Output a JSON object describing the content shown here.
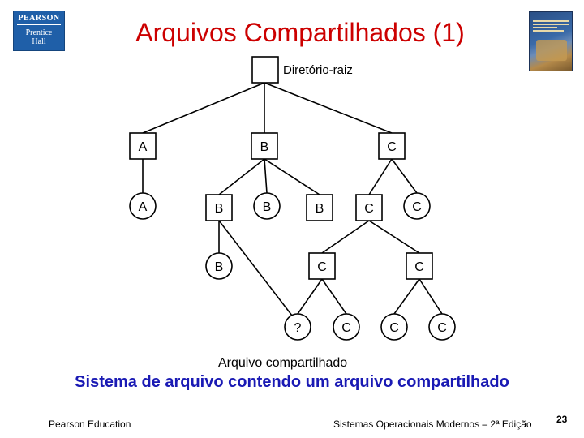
{
  "header": {
    "title": "Arquivos Compartilhados (1)",
    "logo": {
      "brand": "PEARSON",
      "imprint_line1": "Prentice",
      "imprint_line2": "Hall"
    },
    "book_cover_icon": "book-cover-icon"
  },
  "diagram": {
    "root_label": "Diretório-raiz",
    "shared_file_label": "Arquivo compartilhado",
    "nodes": {
      "level1": [
        "A",
        "B",
        "C"
      ],
      "level2": [
        "A",
        "B",
        "B",
        "B",
        "C",
        "C"
      ],
      "level3": [
        "B",
        "C",
        "C"
      ],
      "level4": [
        "?",
        "C",
        "C",
        "C"
      ]
    }
  },
  "caption": "Sistema de arquivo contendo um arquivo compartilhado",
  "footer": {
    "left": "Pearson Education",
    "right": "Sistemas Operacionais Modernos – 2ª Edição",
    "page_number": "23"
  },
  "colors": {
    "title": "#cc0000",
    "caption": "#1a1ab4",
    "logo": "#1f5fa8"
  }
}
